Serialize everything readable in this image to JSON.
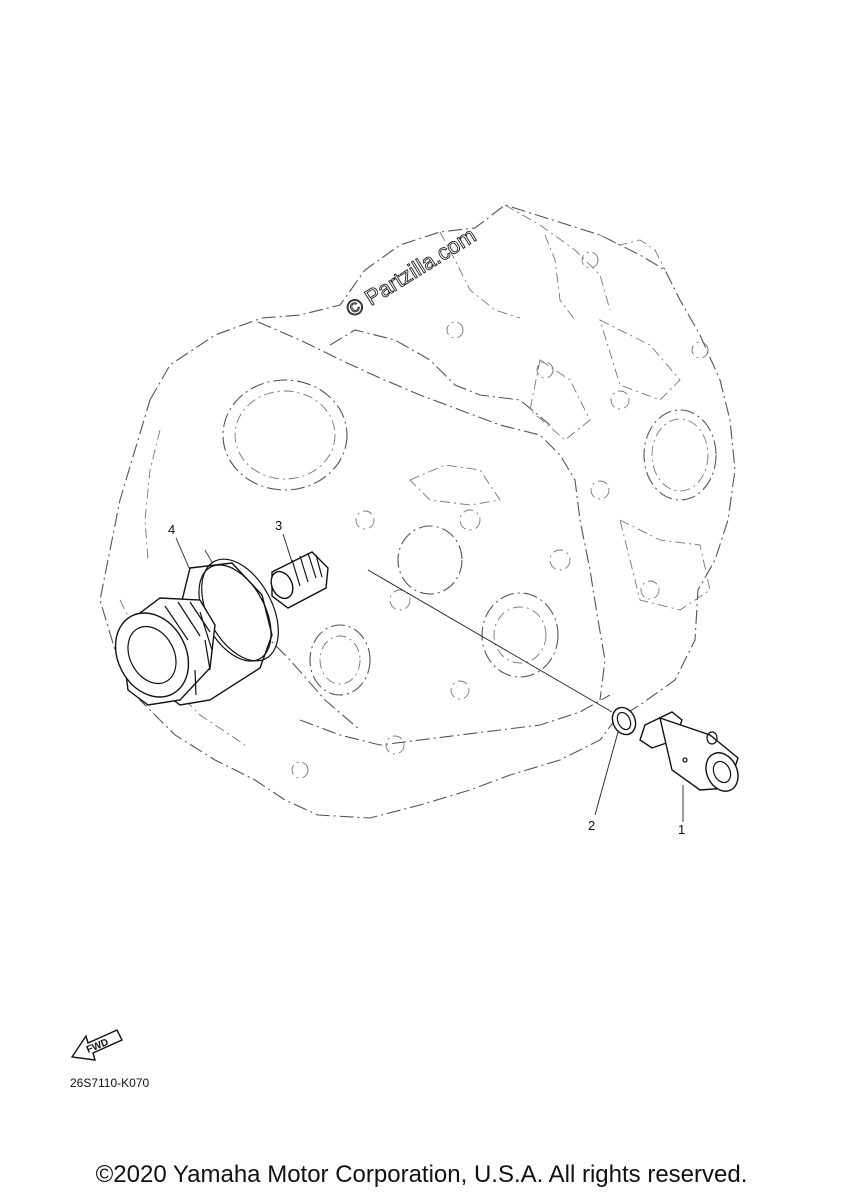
{
  "watermark": "© Partzilla.com",
  "callouts": [
    {
      "id": "1",
      "label": "1"
    },
    {
      "id": "2",
      "label": "2"
    },
    {
      "id": "3",
      "label": "3"
    },
    {
      "id": "4",
      "label": "4"
    }
  ],
  "fwd_label": "FWD",
  "diagram_code": "26S7110-K070",
  "copyright": "©2020 Yamaha Motor Corporation, U.S.A. All rights reserved."
}
